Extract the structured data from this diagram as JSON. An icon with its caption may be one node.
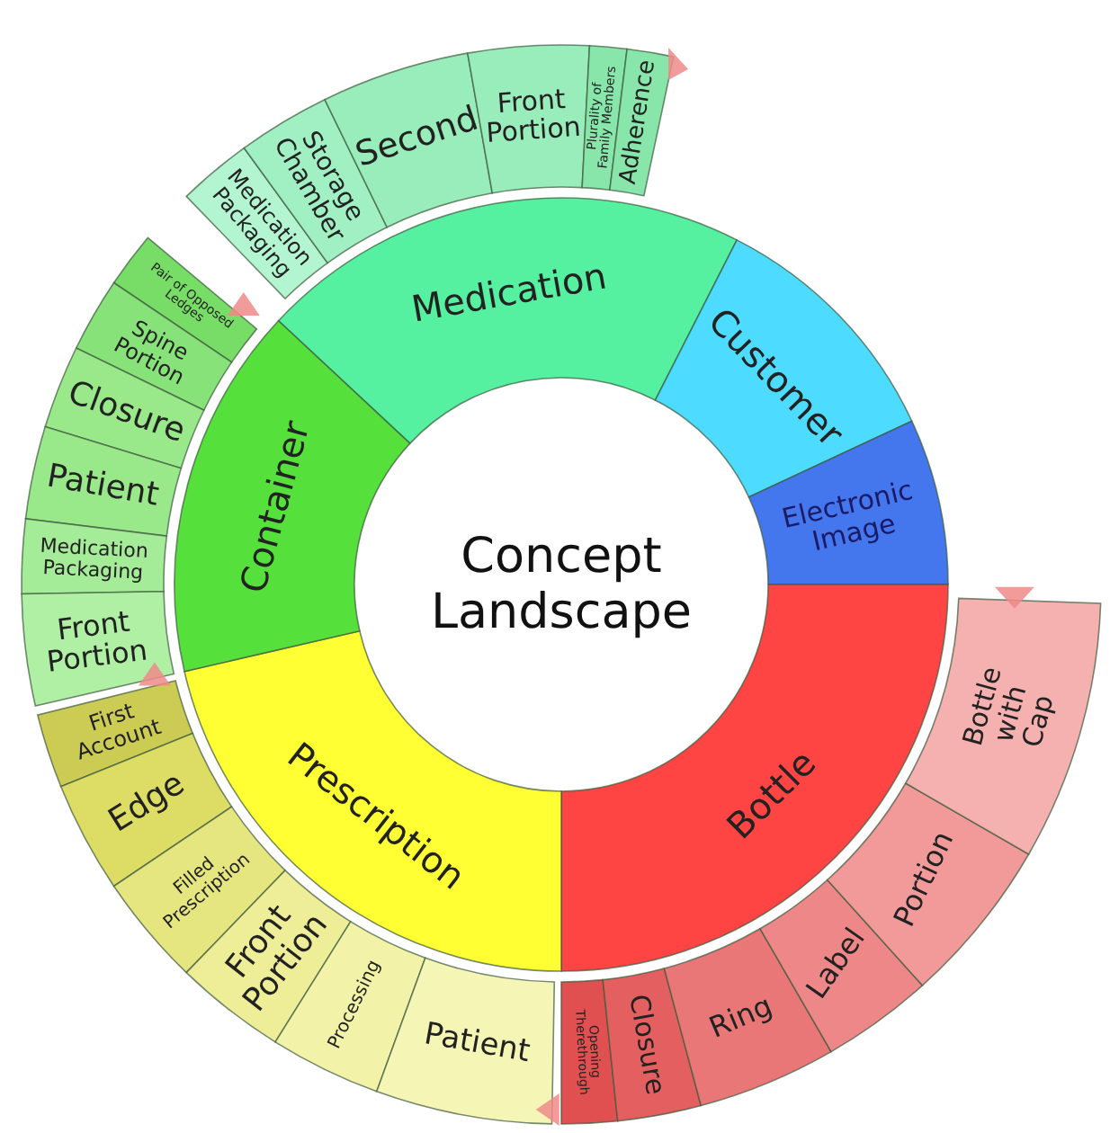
{
  "diagram": {
    "title": "Concept Landscape",
    "nodes": [
      {
        "text": [
          "Medication"
        ]
      },
      {
        "text": [
          "Customer"
        ]
      },
      {
        "text": [
          "Electronic Image"
        ]
      },
      {
        "text": [
          "Bottle"
        ]
      },
      {
        "text": [
          "Prescription"
        ]
      },
      {
        "text": [
          "Container"
        ]
      },
      {
        "text": [
          "Medication Packaging"
        ]
      },
      {
        "text": [
          "Storage Chamber"
        ]
      },
      {
        "text": [
          "Second"
        ]
      },
      {
        "text": [
          "Front Portion"
        ]
      },
      {
        "text": [
          "Plurality of Family Members"
        ]
      },
      {
        "text": [
          "Adherence"
        ]
      },
      {
        "text": [
          "Pair of Opposed Ledges"
        ]
      },
      {
        "text": [
          "Spine Portion"
        ]
      },
      {
        "text": [
          "Closure"
        ]
      },
      {
        "text": [
          "Patient"
        ]
      },
      {
        "text": [
          "Medication Packaging"
        ]
      },
      {
        "text": [
          "Front Portion"
        ]
      },
      {
        "text": [
          "First Account"
        ]
      },
      {
        "text": [
          "Edge"
        ]
      },
      {
        "text": [
          "Filled Prescription"
        ]
      },
      {
        "text": [
          "Front Portion"
        ]
      },
      {
        "text": [
          "Processing"
        ]
      },
      {
        "text": [
          "Patient"
        ]
      },
      {
        "text": [
          "Opening Therethrough"
        ]
      },
      {
        "text": [
          "Closure"
        ]
      },
      {
        "text": [
          "Ring"
        ]
      },
      {
        "text": [
          "Label"
        ]
      },
      {
        "text": [
          "Portion"
        ]
      },
      {
        "text": [
          "Bottle with Cap"
        ]
      }
    ]
  }
}
